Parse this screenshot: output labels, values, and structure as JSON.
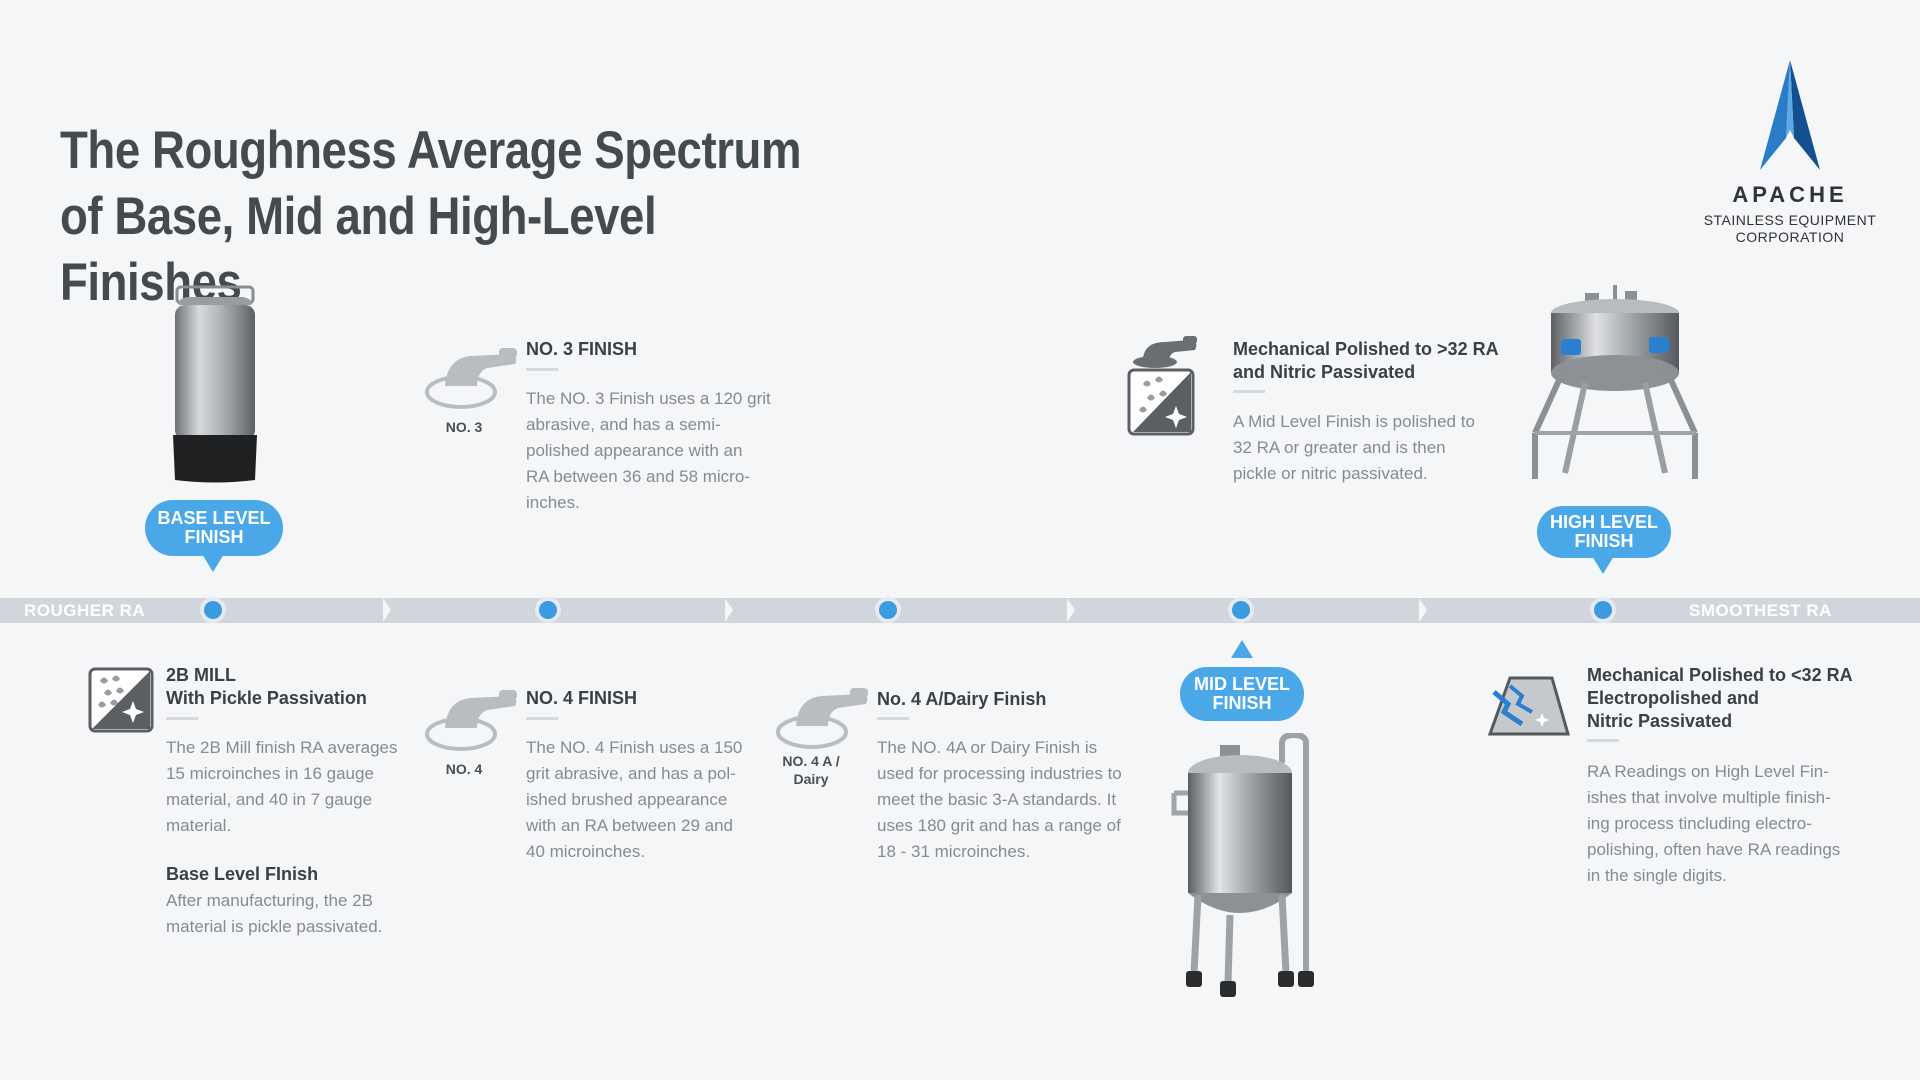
{
  "title": {
    "line1": "The Roughness Average Spectrum",
    "line2": "of Base, Mid and High-Level Finishes"
  },
  "logo": {
    "word": "APACHE",
    "sub1": "STAINLESS EQUIPMENT",
    "sub2": "CORPORATION"
  },
  "timeline": {
    "left_label": "ROUGHER RA",
    "right_label": "SMOOTHEST RA"
  },
  "bubbles": {
    "base": [
      "BASE LEVEL",
      "FINISH"
    ],
    "mid": [
      "MID LEVEL",
      "FINISH"
    ],
    "high": [
      "HIGH LEVEL",
      "FINISH"
    ]
  },
  "items": {
    "no3": {
      "icon_label": "NO. 3",
      "heading": "NO. 3 FINISH",
      "body": [
        "The NO. 3 Finish uses a 120 grit",
        "abrasive, and has a semi-",
        "polished appearance with an",
        "RA between 36 and 58 micro-",
        "inches."
      ]
    },
    "mech_gt32": {
      "heading": [
        "Mechanical Polished to >32 RA",
        "and Nitric Passivated"
      ],
      "body": [
        "A Mid Level Finish is polished to",
        "32 RA or greater and is then",
        "pickle or nitric passivated."
      ]
    },
    "mill2b": {
      "heading": [
        "2B MILL",
        "With Pickle Passivation"
      ],
      "body": [
        "The 2B Mill finish RA averages",
        "15 microinches in 16 gauge",
        "material, and 40 in 7 gauge",
        "material."
      ],
      "sub_heading": "Base Level FInish",
      "sub_body": [
        "After manufacturing, the 2B",
        "material is pickle passivated."
      ]
    },
    "no4": {
      "icon_label": "NO. 4",
      "heading": "NO. 4 FINISH",
      "body": [
        "The NO. 4 Finish uses a 150",
        "grit abrasive, and has a pol-",
        "ished brushed appearance",
        "with an RA between 29 and",
        "40 microinches."
      ]
    },
    "no4a": {
      "icon_label": [
        "NO. 4 A /",
        "Dairy"
      ],
      "heading": "No. 4 A/Dairy Finish",
      "body": [
        "The NO. 4A or Dairy Finish is",
        "used for processing industries to",
        "meet the basic 3-A standards. It",
        "uses 180 grit and has a range of",
        "18 - 31 microinches."
      ]
    },
    "mech_lt32": {
      "heading": [
        "Mechanical Polished to <32 RA",
        "Electropolished and",
        "Nitric Passivated"
      ],
      "body": [
        "RA Readings on High Level Fin-",
        "ishes that involve multiple finish-",
        "ing process tincluding electro-",
        "polishing, often have RA readings",
        "in the single digits."
      ]
    }
  },
  "colors": {
    "accent_blue": "#4aa8e8",
    "dot_blue": "#3a9be0",
    "band_gray": "#d0d6dc",
    "logo_blue": "#1f6db5"
  },
  "icons": [
    "polisher-icon",
    "passivation-icon",
    "electropolish-icon"
  ]
}
